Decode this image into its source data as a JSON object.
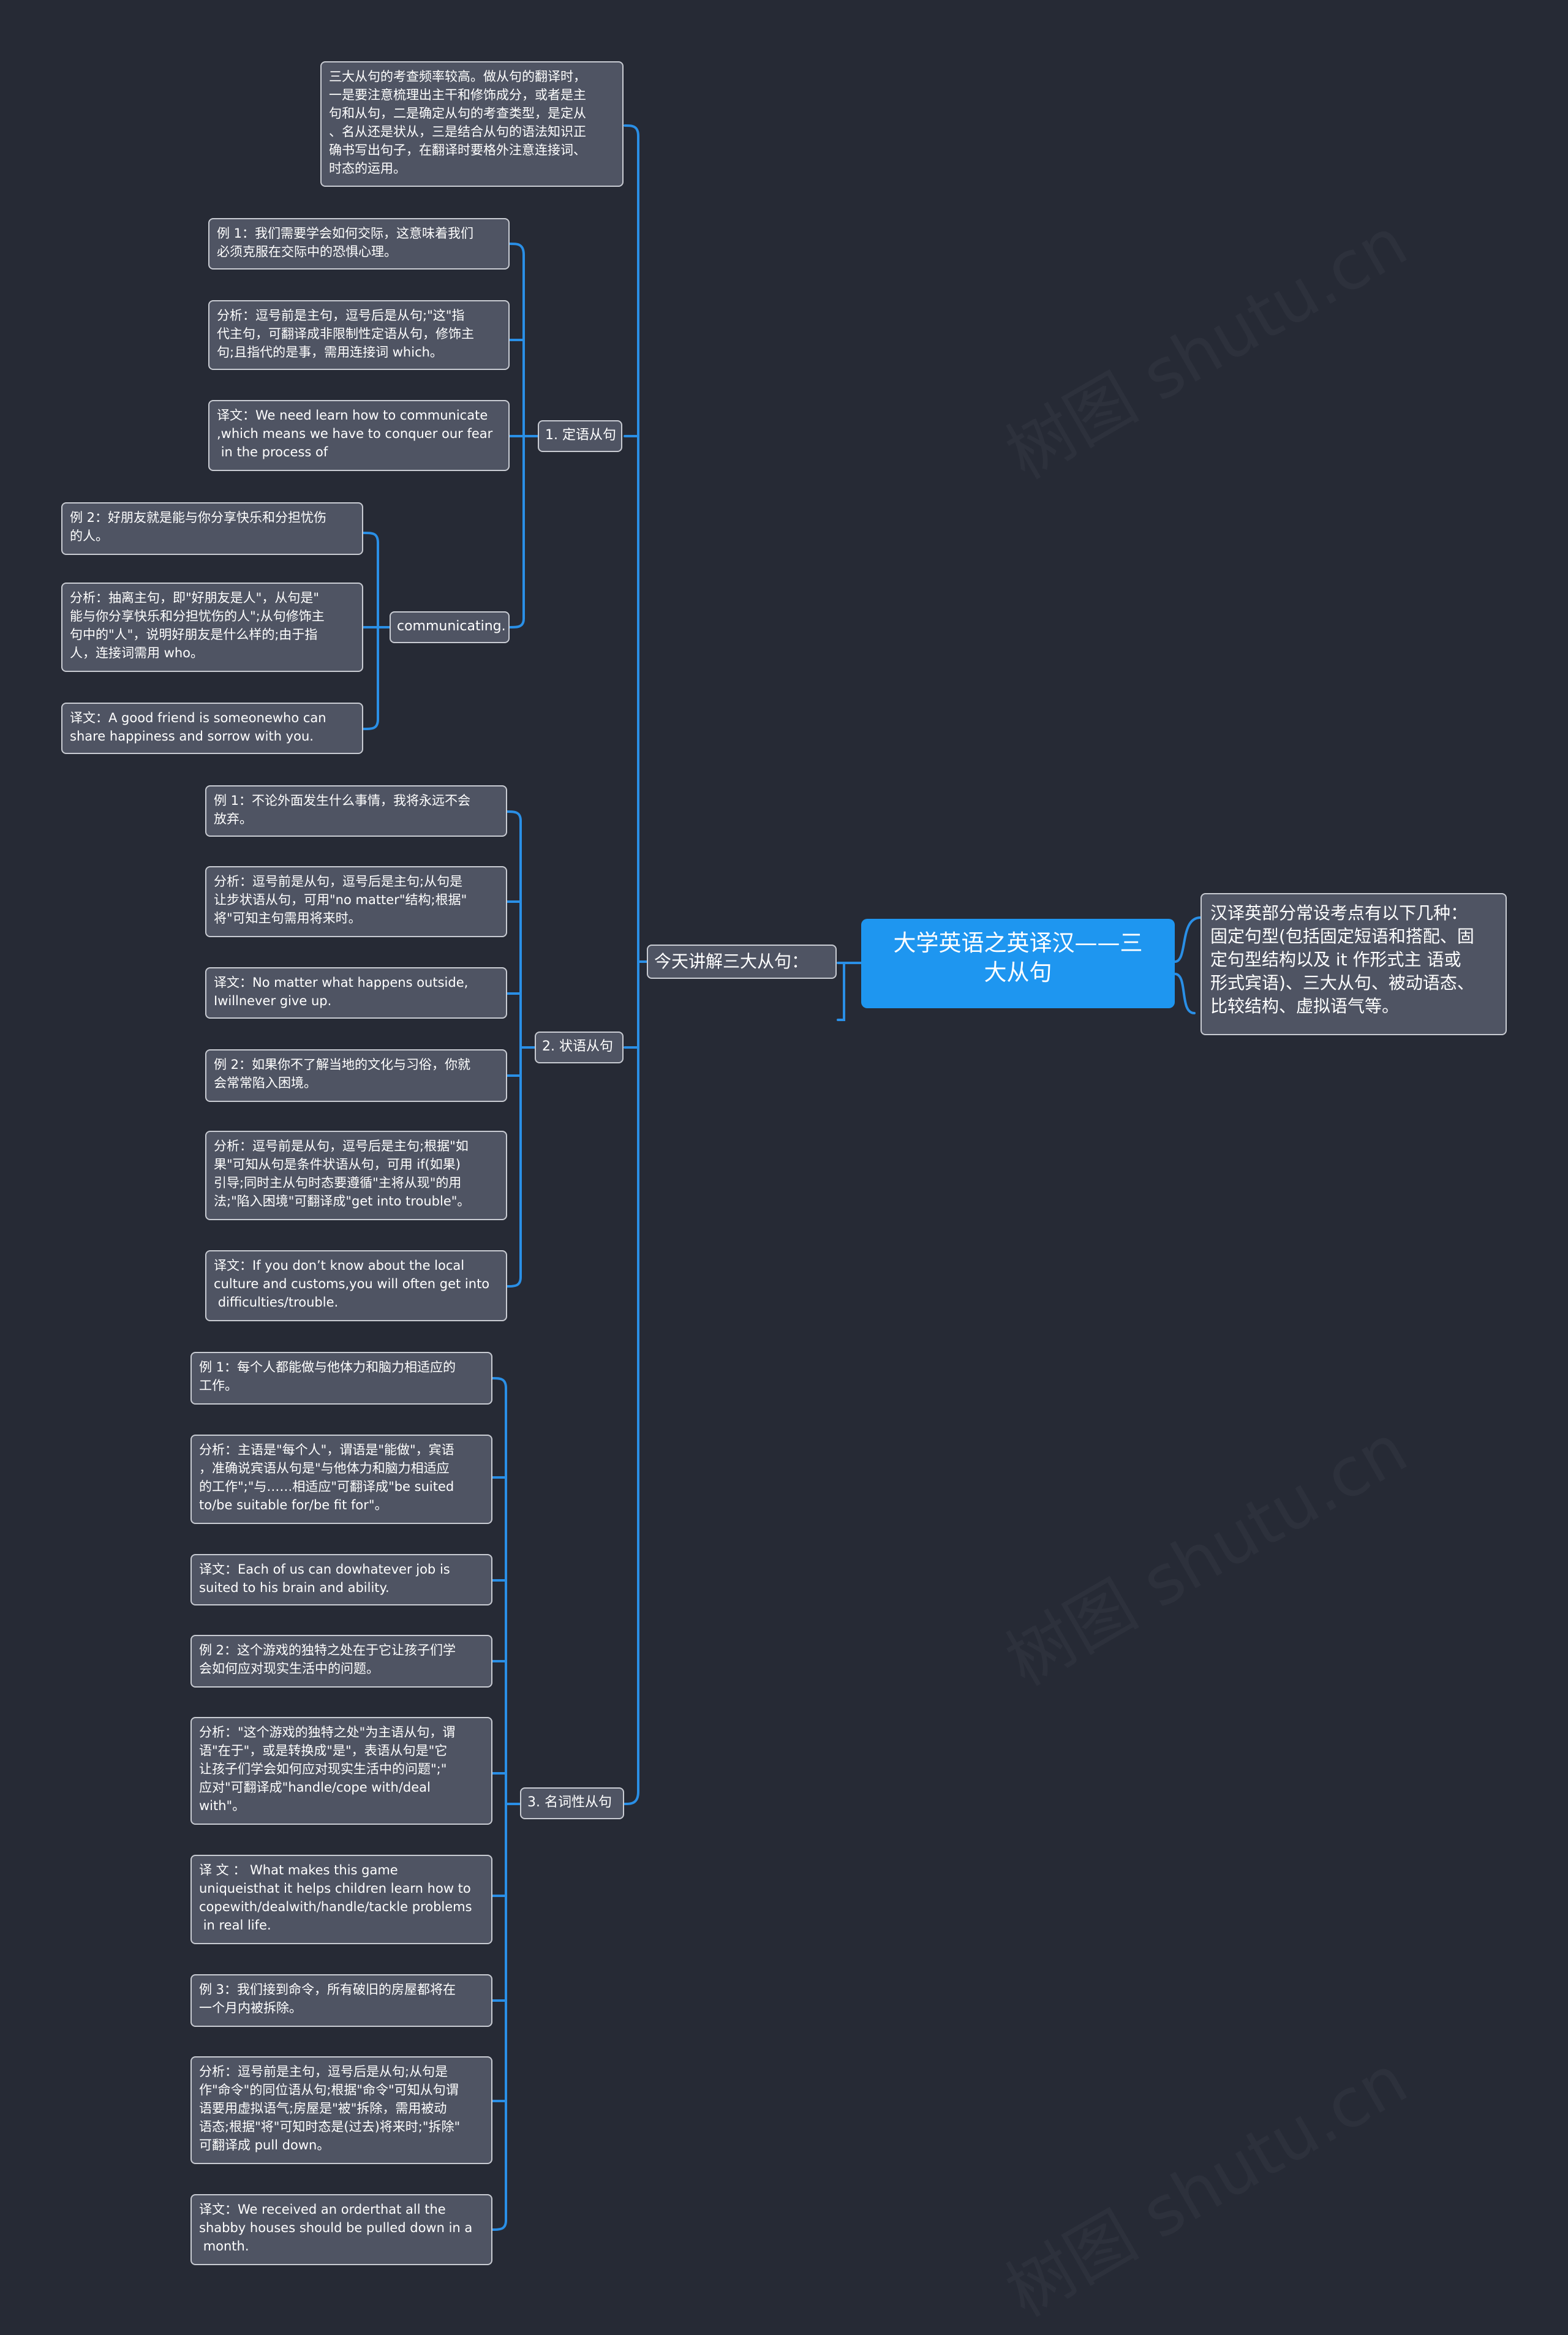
{
  "root": {
    "title": "大学英语之英译汉——三\n大从句"
  },
  "right_note": {
    "text": "汉译英部分常设考点有以下几种：\n固定句型(包括固定短语和搭配、固\n定句型结构以及 it 作形式主 语或\n形式宾语)、三大从句、被动语态、\n比较结构、虚拟语气等。"
  },
  "main_branch": {
    "label": "今天讲解三大从句："
  },
  "intro_note": {
    "text": "三大从句的考查频率较高。做从句的翻译时，\n一是要注意梳理出主干和修饰成分，或者是主\n句和从句，二是确定从句的考查类型，是定从\n、名从还是状从，三是结合从句的语法知识正\n确书写出句子，在翻译时要格外注意连接词、\n时态的运用。"
  },
  "attributive": {
    "label": "1. 定语从句",
    "ex1": "例 1：我们需要学会如何交际，这意味着我们\n必须克服在交际中的恐惧心理。",
    "analysis1": "分析：逗号前是主句，逗号后是从句;\"这\"指\n代主句，可翻译成非限制性定语从句，修饰主\n句;且指代的是事，需用连接词 which。",
    "translation1": "译文：We need learn how to communicate\n,which means we have to conquer our fear\n in the process of",
    "sub_label": "communicating.",
    "ex2": "例 2：好朋友就是能与你分享快乐和分担忧伤\n的人。",
    "analysis2": "分析：抽离主句，即\"好朋友是人\"，从句是\"\n能与你分享快乐和分担忧伤的人\";从句修饰主\n句中的\"人\"，说明好朋友是什么样的;由于指\n人，连接词需用 who。",
    "translation2": "译文：A good friend is someonewho can\nshare happiness and sorrow with you."
  },
  "adverbial": {
    "label": "2. 状语从句",
    "ex1": "例 1：不论外面发生什么事情，我将永远不会\n放弃。",
    "analysis1": "分析：逗号前是从句，逗号后是主句;从句是\n让步状语从句，可用\"no matter\"结构;根据\"\n将\"可知主句需用将来时。",
    "translation1": "译文：No matter what happens outside,\nIwillnever give up.",
    "ex2": "例 2：如果你不了解当地的文化与习俗，你就\n会常常陷入困境。",
    "analysis2": "分析：逗号前是从句，逗号后是主句;根据\"如\n果\"可知从句是条件状语从句，可用 if(如果)\n引导;同时主从句时态要遵循\"主将从现\"的用\n法;\"陷入困境\"可翻译成\"get into trouble\"。",
    "translation2": "译文：If you don’t know about the local\nculture and customs,you will often get into\n difficulties/trouble."
  },
  "nominal": {
    "label": "3. 名词性从句",
    "ex1": "例 1：每个人都能做与他体力和脑力相适应的\n工作。",
    "analysis1": "分析：主语是\"每个人\"，谓语是\"能做\"，宾语\n，准确说宾语从句是\"与他体力和脑力相适应\n的工作\";\"与……相适应\"可翻译成\"be suited\nto/be suitable for/be fit for\"。",
    "translation1": "译文：Each of us can dowhatever job is\nsuited to his brain and ability.",
    "ex2": "例 2：这个游戏的独特之处在于它让孩子们学\n会如何应对现实生活中的问题。",
    "analysis2": "分析：\"这个游戏的独特之处\"为主语从句，谓\n语\"在于\"，或是转换成\"是\"，表语从句是\"它\n让孩子们学会如何应对现实生活中的问题\";\"\n应对\"可翻译成\"handle/cope with/deal\nwith\"。",
    "translation2": "译 文 ： What makes this game\nuniqueisthat it helps children learn how to\ncopewith/dealwith/handle/tackle problems\n in real life.",
    "ex3": "例 3：我们接到命令，所有破旧的房屋都将在\n一个月内被拆除。",
    "analysis3": "分析：逗号前是主句，逗号后是从句;从句是\n作\"命令\"的同位语从句;根据\"命令\"可知从句谓\n语要用虚拟语气;房屋是\"被\"拆除，需用被动\n语态;根据\"将\"可知时态是(过去)将来时;\"拆除\"\n可翻译成 pull down。",
    "translation3": "译文：We received an orderthat all the\nshabby houses should be pulled down in a\n month."
  },
  "colors": {
    "background": "#262a35",
    "node": "#4f5463",
    "border": "#c9ccd3",
    "root": "#1e96f0",
    "line": "#2a8fe6"
  }
}
